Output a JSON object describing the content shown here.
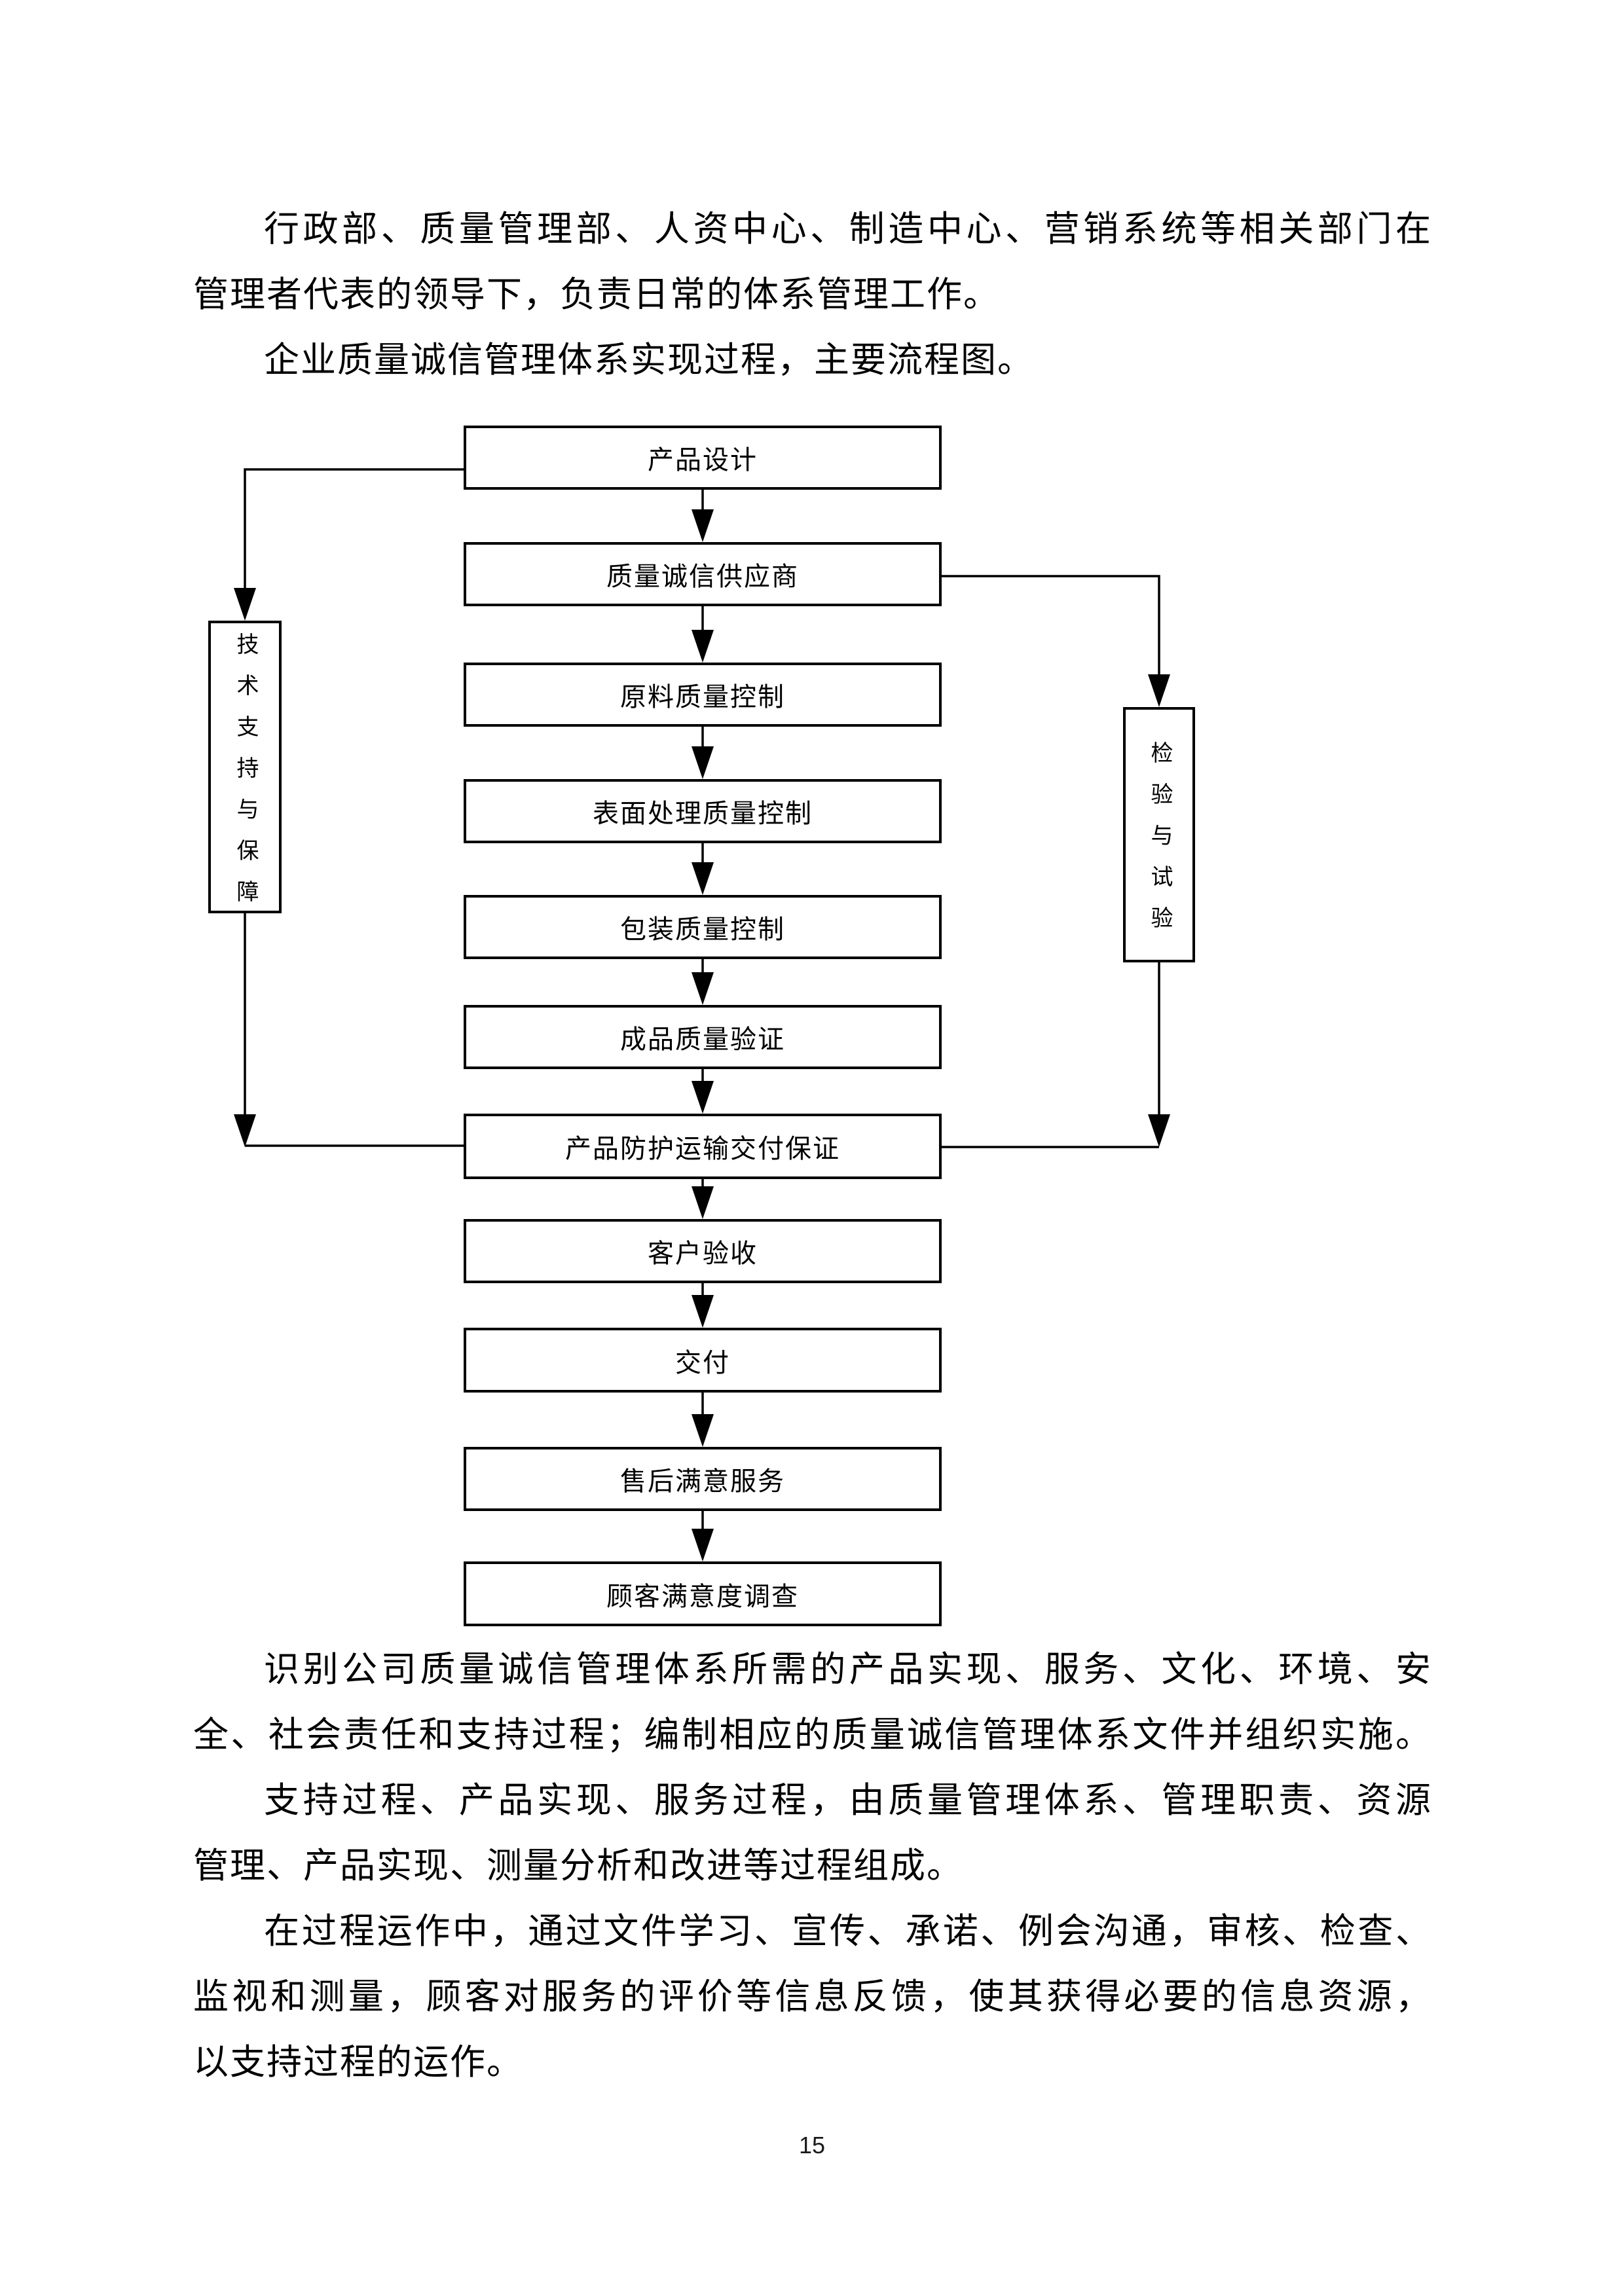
{
  "paragraphs": {
    "top": [
      "行政部、质量管理部、人资中心、制造中心、营销系统等相关部门在",
      "管理者代表的领导下，负责日常的体系管理工作。",
      "企业质量诚信管理体系实现过程，主要流程图。"
    ],
    "bottom": [
      "识别公司质量诚信管理体系所需的产品实现、服务、文化、环境、安",
      "全、社会责任和支持过程；编制相应的质量诚信管理体系文件并组织实施。",
      "支持过程、产品实现、服务过程，由质量管理体系、管理职责、资源",
      "管理、产品实现、测量分析和改进等过程组成。",
      "在过程运作中，通过文件学习、宣传、承诺、例会沟通，审核、检查、",
      "监视和测量，顾客对服务的评价等信息反馈，使其获得必要的信息资源，",
      "以支持过程的运作。"
    ]
  },
  "flowchart": {
    "main_boxes": [
      "产品设计",
      "质量诚信供应商",
      "原料质量控制",
      "表面处理质量控制",
      "包装质量控制",
      "成品质量验证",
      "产品防护运输交付保证",
      "客户验收",
      "交付",
      "售后满意服务",
      "顾客满意度调查"
    ],
    "side_boxes": {
      "left": "技术支持与保障",
      "right": "检验与试验"
    },
    "line_color": "#000000"
  },
  "page": {
    "number": "15"
  }
}
